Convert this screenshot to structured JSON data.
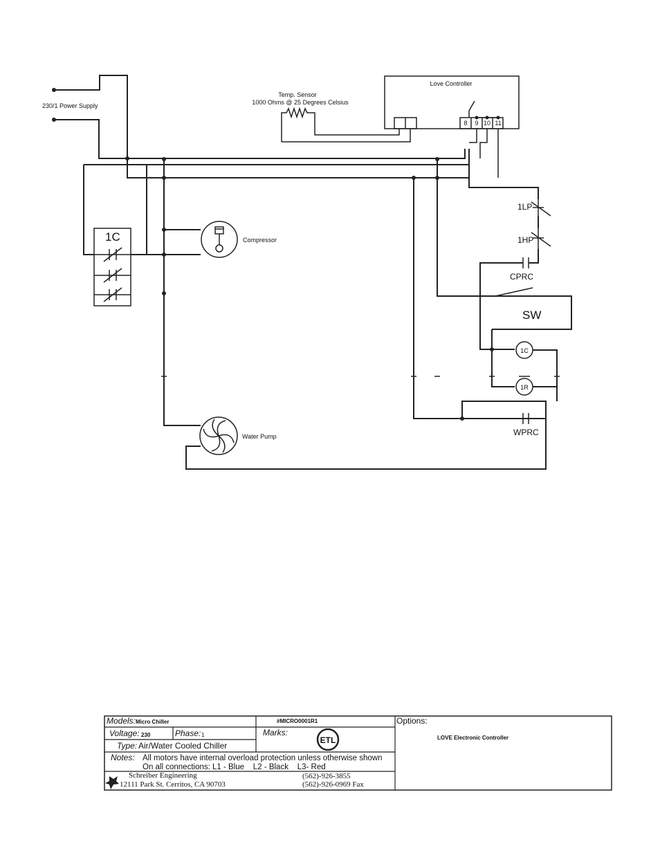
{
  "diagram": {
    "power_supply_label": "230/1 Power Supply",
    "temp_sensor_label_1": "Temp. Sensor",
    "temp_sensor_label_2": "1000 Ohms @ 25 Degrees Celsius",
    "controller_label": "Love Controller",
    "terminals": [
      "8",
      "9",
      "10",
      "11"
    ],
    "contactor_label": "1C",
    "compressor_label": "Compressor",
    "water_pump_label": "Water Pump",
    "low_pressure_label": "1LP",
    "high_pressure_label": "1HP",
    "cprc_label": "CPRC",
    "switch_label": "SW",
    "coil_1c_label": "1C",
    "relay_1r_label": "1R",
    "wprc_label": "WPRC"
  },
  "title_block": {
    "models_label": "Models:",
    "models_value": "Micro Chiller",
    "drawing_number": "#MICRO0001R1",
    "options_label": "Options:",
    "options_value": "LOVE Electronic Controller",
    "voltage_label": "Voltage:",
    "voltage_value": "230",
    "phase_label": "Phase:",
    "phase_value": "1",
    "marks_label": "Marks:",
    "etl_mark": "ETL",
    "type_label": "Type:",
    "type_value": "Air/Water Cooled Chiller",
    "notes_label": "Notes:",
    "notes_line_1": "All motors have internal overload protection unless otherwise shown",
    "notes_line_2": "On all connections: L1 - Blue    L2 - Black    L3- Red",
    "company_name": "Schreiber Engineering",
    "company_address": "12111 Park St.  Cerritos, CA 90703",
    "phone": "(562)-926-3855",
    "fax": "(562)-926-0969 Fax"
  }
}
